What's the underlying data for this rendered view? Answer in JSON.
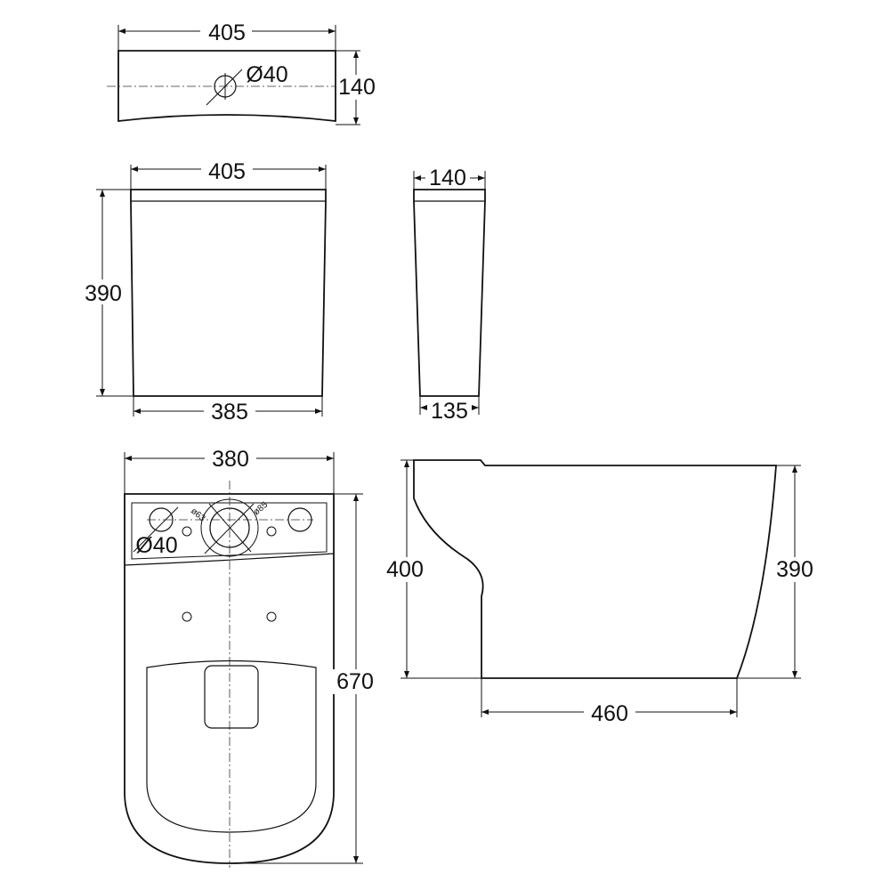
{
  "tank_top_view": {
    "width": "405",
    "depth": "140",
    "hole": "Ø40"
  },
  "tank_front_view": {
    "top_width": "405",
    "height": "390",
    "bottom_width": "385"
  },
  "tank_side_view": {
    "top_depth": "140",
    "bottom_depth": "135"
  },
  "toilet_plan_view": {
    "width": "380",
    "length": "670",
    "hole": "Ø40",
    "inner_dia": "ø63",
    "outer_dia": "ø85"
  },
  "toilet_side_view": {
    "height_rear": "400",
    "height_front": "390",
    "base_length": "460"
  }
}
